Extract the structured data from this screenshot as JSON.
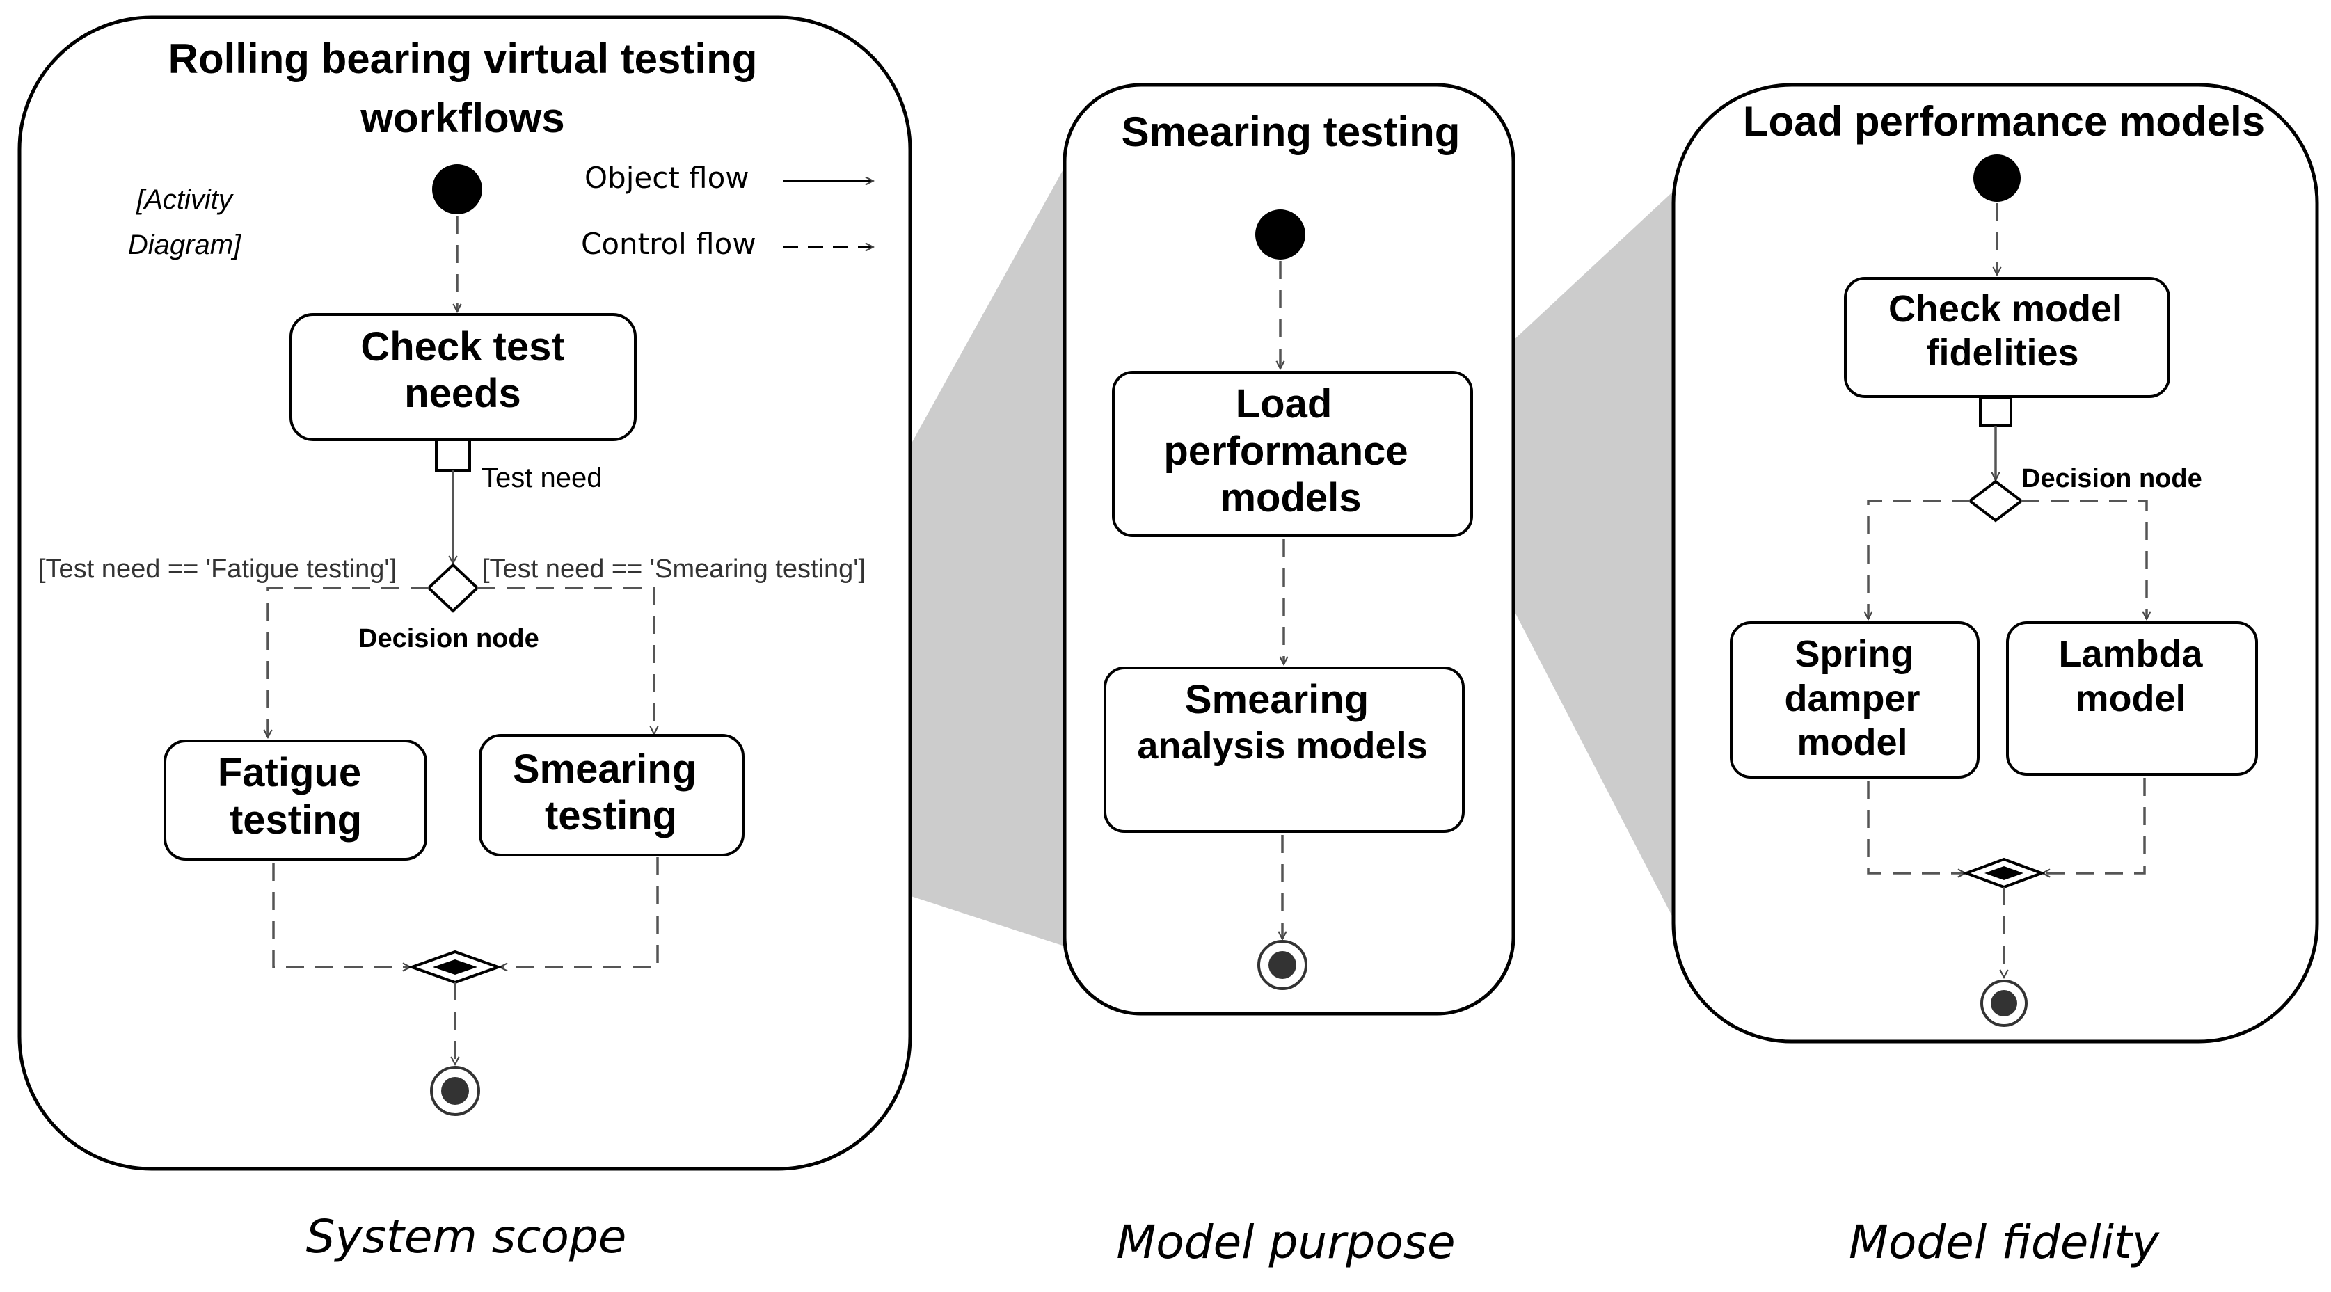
{
  "panels": [
    {
      "title_lines": [
        "Rolling bearing virtual testing",
        "workflows"
      ],
      "diagram_kind": [
        "[Activity",
        "Diagram]"
      ],
      "legend": {
        "object_flow": "Object flow",
        "control_flow": "Control flow"
      },
      "actions": {
        "check": [
          "Check test",
          "needs"
        ],
        "fatigue": [
          "Fatigue",
          "testing"
        ],
        "smearing": [
          "Smearing",
          "testing"
        ]
      },
      "pin_label": "Test need",
      "guards": [
        "[Test need == 'Fatigue testing']",
        "[Test need == 'Smearing testing']"
      ],
      "decision_label": "Decision node",
      "caption": "System scope"
    },
    {
      "title_lines": [
        "Smearing testing"
      ],
      "actions": {
        "load": [
          "Load",
          "performance",
          "models"
        ],
        "analysis": [
          "Smearing",
          "analysis models"
        ]
      },
      "caption": "Model purpose"
    },
    {
      "title_lines": [
        "Load performance models"
      ],
      "actions": {
        "check": [
          "Check model",
          "fidelities"
        ],
        "spring": [
          "Spring",
          "damper",
          "model"
        ],
        "lambda": [
          "Lambda",
          "model"
        ]
      },
      "decision_label": "Decision node",
      "caption": "Model fidelity"
    }
  ],
  "colors": {
    "zoom_fill": "#cccccc",
    "line": "#555555",
    "frame": "#000000"
  }
}
